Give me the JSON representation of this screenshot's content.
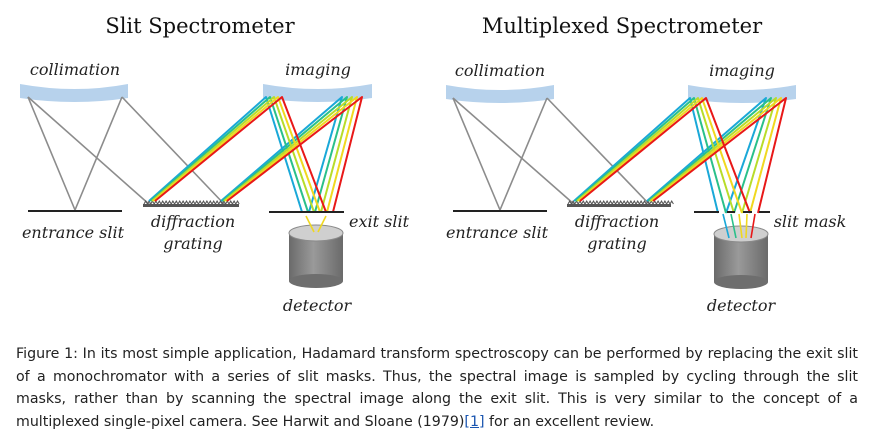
{
  "left_panel": {
    "title": "Slit Spectrometer",
    "collimation_label": "collimation",
    "imaging_label": "imaging",
    "entrance_slit_label": "entrance slit",
    "diffraction_label": "diffraction",
    "grating_label": "grating",
    "exit_label": "exit slit",
    "detector_label": "detector"
  },
  "right_panel": {
    "title": "Multiplexed Spectrometer",
    "collimation_label": "collimation",
    "imaging_label": "imaging",
    "entrance_slit_label": "entrance slit",
    "diffraction_label": "diffraction",
    "grating_label": "grating",
    "exit_label": "slit mask",
    "detector_label": "detector"
  },
  "caption": {
    "text_before_link": "Figure 1: In its most simple application, Hadamard transform spectroscopy can be performed by replacing the exit slit of a monochromator with a series of slit masks. Thus, the spectral image is sampled by cycling through the slit masks, rather than by scanning the spectral image along the exit slit. This is very similar to the concept of a multiplexed single-pixel camera. See Harwit and Sloane (1979)",
    "link_text": "[1]",
    "text_after_link": " for an excellent review."
  },
  "colors": {
    "mirror": "#b7d2ec",
    "gray_ray": "#8c8c8c",
    "spectrum": [
      "#1aa8d8",
      "#2ac08a",
      "#b8dc2a",
      "#f0d820",
      "#e81818"
    ],
    "detector_body": "#808080",
    "detector_top": "#cfcfcf",
    "line": "#222222"
  }
}
